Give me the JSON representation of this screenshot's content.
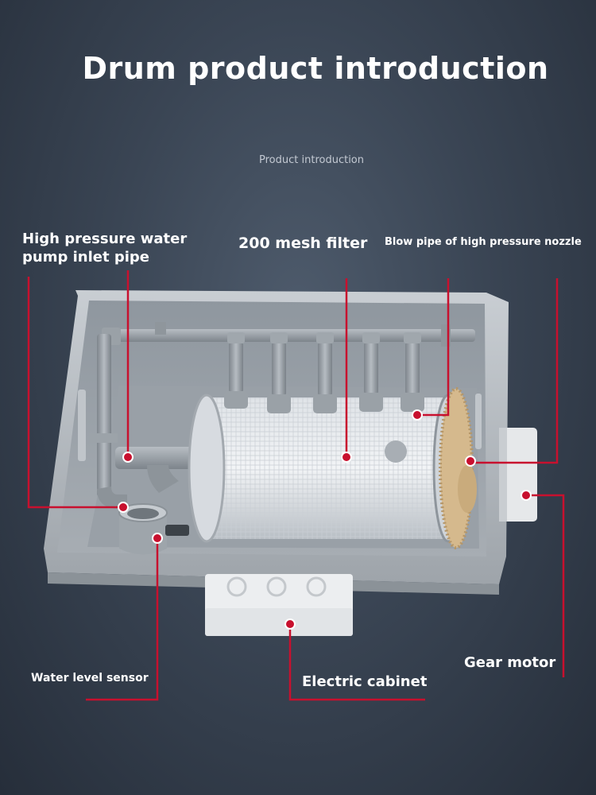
{
  "header": {
    "title": "Drum product introduction",
    "subtitle": "Product introduction"
  },
  "labels": {
    "pump_inlet_line1": "High pressure water",
    "pump_inlet_line2": "pump inlet pipe",
    "mesh_filter": "200 mesh filter",
    "blow_pipe": "Blow pipe of high pressure nozzle",
    "water_level_sensor": "Water level sensor",
    "electric_cabinet": "Electric cabinet",
    "gear_motor": "Gear motor"
  },
  "colors": {
    "callout_line": "#c8102e",
    "background": "#3a4554",
    "tank": "#b9bec3"
  }
}
